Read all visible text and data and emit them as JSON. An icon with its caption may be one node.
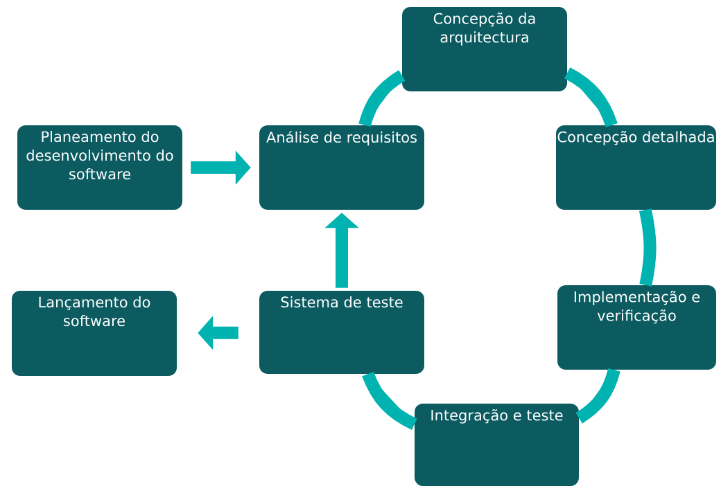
{
  "diagram": {
    "nodes": [
      {
        "text": [
          "Planeamento do desenvolvimento do software"
        ]
      },
      {
        "text": [
          "Análise de requisitos"
        ]
      },
      {
        "text": [
          "Concepção da arquitectura"
        ]
      },
      {
        "text": [
          "Concepção detalhada"
        ]
      },
      {
        "text": [
          "Implementação e verificação"
        ]
      },
      {
        "text": [
          "Integração e teste"
        ]
      },
      {
        "text": [
          "Sistema de teste"
        ]
      },
      {
        "text": [
          "Lançamento do software"
        ]
      }
    ],
    "edges": [
      {
        "from": 0,
        "to": 1,
        "arrow": "to"
      },
      {
        "from": 1,
        "to": 2,
        "arrow": "none"
      },
      {
        "from": 2,
        "to": 3,
        "arrow": "none"
      },
      {
        "from": 3,
        "to": 4,
        "arrow": "none"
      },
      {
        "from": 4,
        "to": 5,
        "arrow": "none"
      },
      {
        "from": 5,
        "to": 6,
        "arrow": "none"
      },
      {
        "from": 6,
        "to": 1,
        "arrow": "to"
      },
      {
        "from": 6,
        "to": 7,
        "arrow": "to"
      }
    ]
  }
}
